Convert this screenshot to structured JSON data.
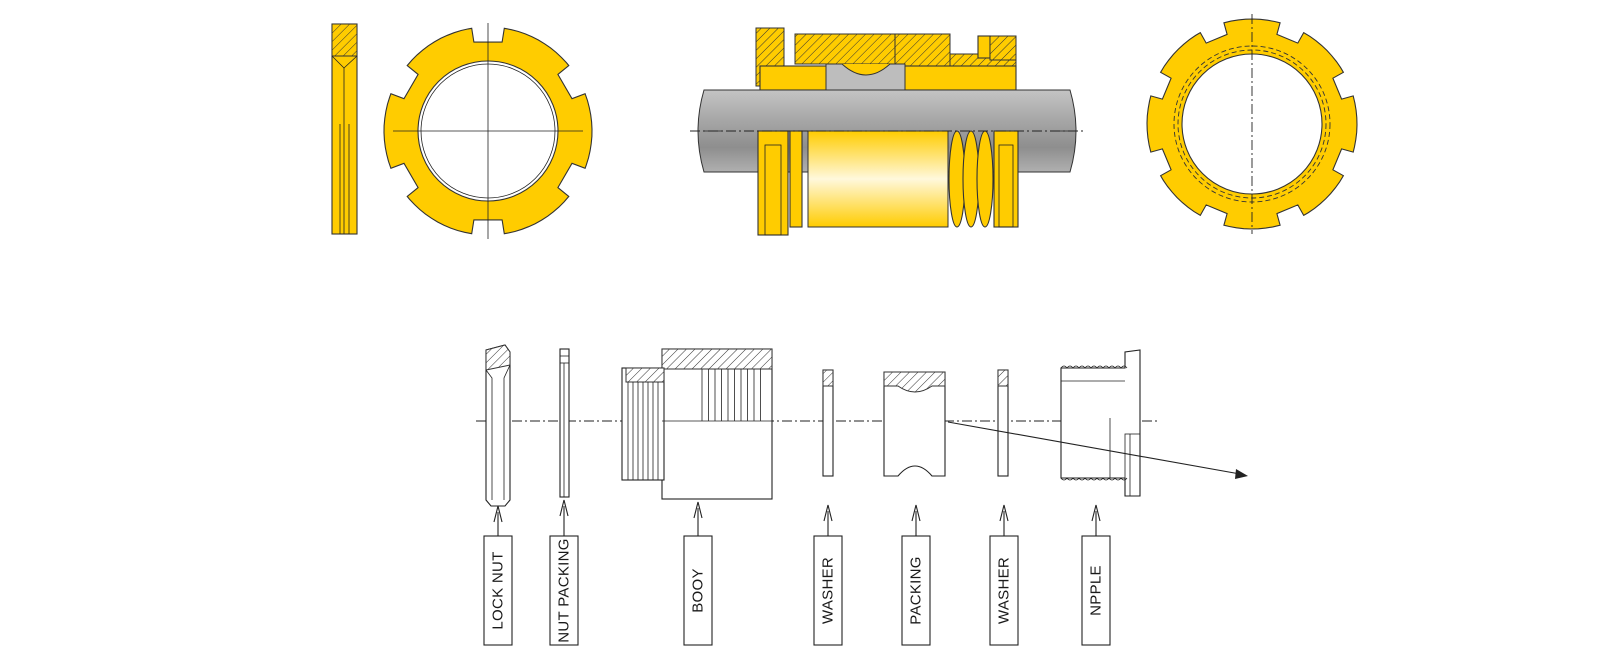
{
  "colors": {
    "part_fill": "#FFCC00",
    "cable_fill": "#9a9a9a",
    "outline": "#222222"
  },
  "labels": {
    "lock_nut": "LOCK NUT",
    "nut_packing": "NUT PACKING",
    "body": "BOOY",
    "washer_1": "WASHER",
    "packing": "PACKING",
    "washer_2": "WASHER",
    "nipple": "NPPLE"
  }
}
